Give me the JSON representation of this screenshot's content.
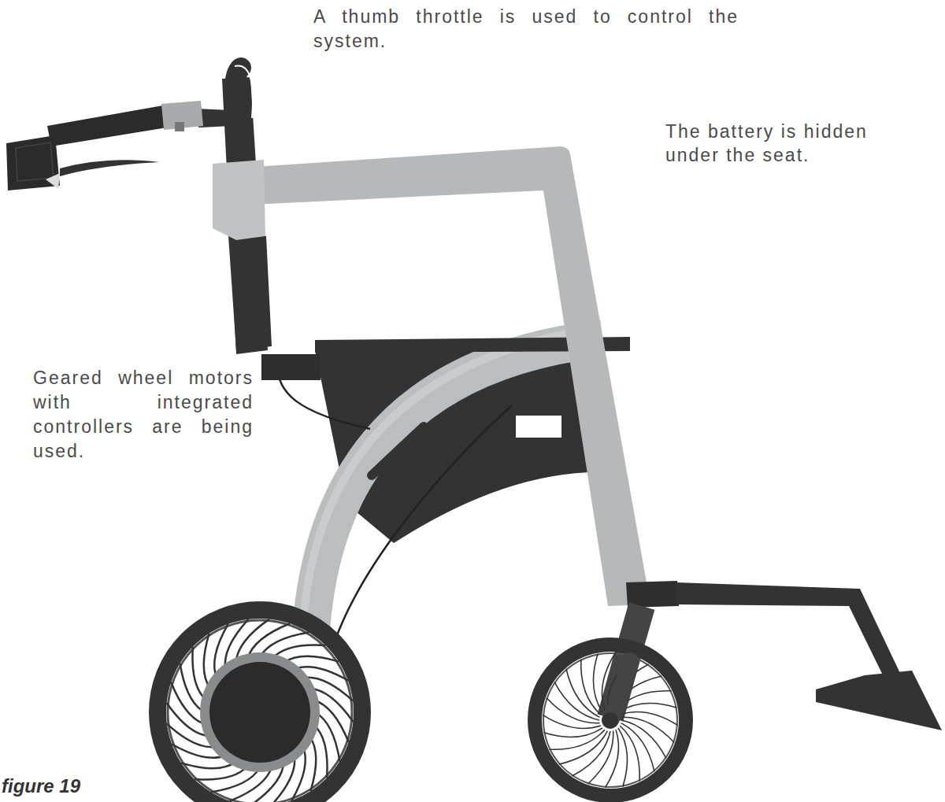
{
  "diagram": {
    "caption": "figure 19",
    "labels": [
      "A thumb throttle is used to control the system.",
      "The battery is hidden under the seat.",
      "Geared wheel motors with integrated controllers are being used."
    ]
  }
}
